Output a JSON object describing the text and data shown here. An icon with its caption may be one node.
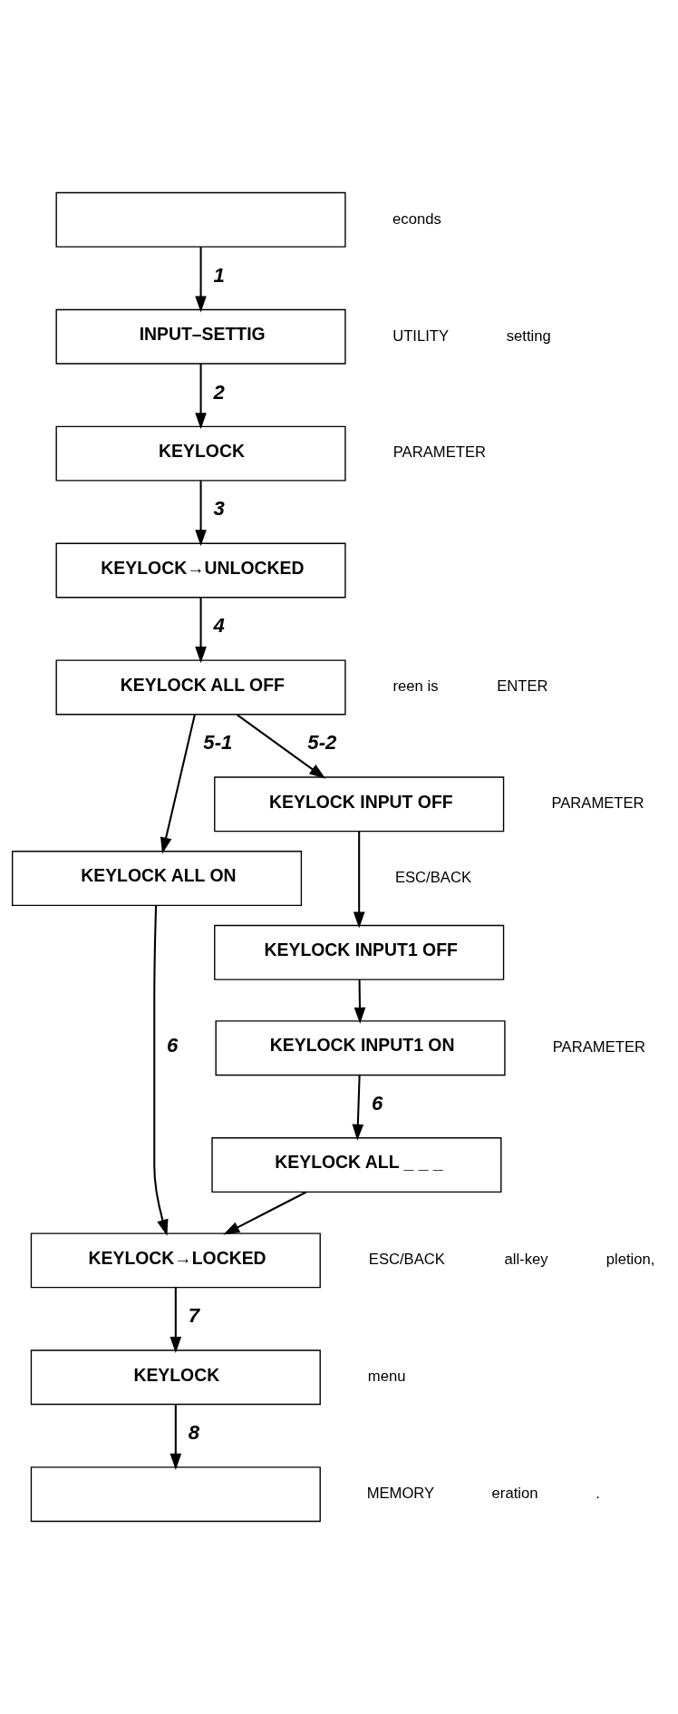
{
  "diagram": {
    "nodes": [
      {
        "text": [],
        "shape": "box"
      },
      {
        "text": [
          "INPUT–SETTIG"
        ]
      },
      {
        "text": [
          "KEYLOCK"
        ]
      },
      {
        "text": [
          "KEYLOCK→UNLOCKED"
        ]
      },
      {
        "text": [
          "KEYLOCK ALL OFF"
        ]
      },
      {
        "text": [
          "KEYLOCK ALL ON"
        ]
      },
      {
        "text": [
          "KEYLOCK INPUT OFF"
        ]
      },
      {
        "text": [
          "KEYLOCK INPUT1 OFF"
        ]
      },
      {
        "text": [
          "KEYLOCK INPUT1 ON"
        ]
      },
      {
        "text": [
          "KEYLOCK ALL _ _ _"
        ]
      },
      {
        "text": [
          "KEYLOCK→LOCKED"
        ]
      },
      {
        "text": [
          "KEYLOCK"
        ]
      },
      {
        "text": [],
        "shape": "box"
      }
    ],
    "edges": [
      {
        "from": 0,
        "to": 1,
        "arrow": "to",
        "label": "1"
      },
      {
        "from": 1,
        "to": 2,
        "arrow": "to",
        "label": "2"
      },
      {
        "from": 2,
        "to": 3,
        "arrow": "to",
        "label": "3"
      },
      {
        "from": 3,
        "to": 4,
        "arrow": "to",
        "label": "4"
      },
      {
        "from": 4,
        "to": 5,
        "arrow": "to",
        "label": "5-1"
      },
      {
        "from": 4,
        "to": 6,
        "arrow": "to",
        "label": "5-2"
      },
      {
        "from": 6,
        "to": 7,
        "arrow": "to"
      },
      {
        "from": 7,
        "to": 8,
        "arrow": "to"
      },
      {
        "from": 8,
        "to": 9,
        "arrow": "to",
        "label": "6"
      },
      {
        "from": 5,
        "to": 10,
        "arrow": "to",
        "label": "6"
      },
      {
        "from": 9,
        "to": 10,
        "arrow": "to"
      },
      {
        "from": 10,
        "to": 11,
        "arrow": "to",
        "label": "7"
      },
      {
        "from": 11,
        "to": 12,
        "arrow": "to",
        "label": "8"
      }
    ],
    "labels": [
      "econds",
      "UTILITY",
      "setting",
      "PARAMETER",
      "reen is",
      "ENTER",
      "PARAMETER",
      "ESC/BACK",
      "PARAMETER",
      "ESC/BACK",
      "all-key",
      "pletion,",
      "menu",
      "MEMORY",
      "eration",
      "."
    ]
  }
}
